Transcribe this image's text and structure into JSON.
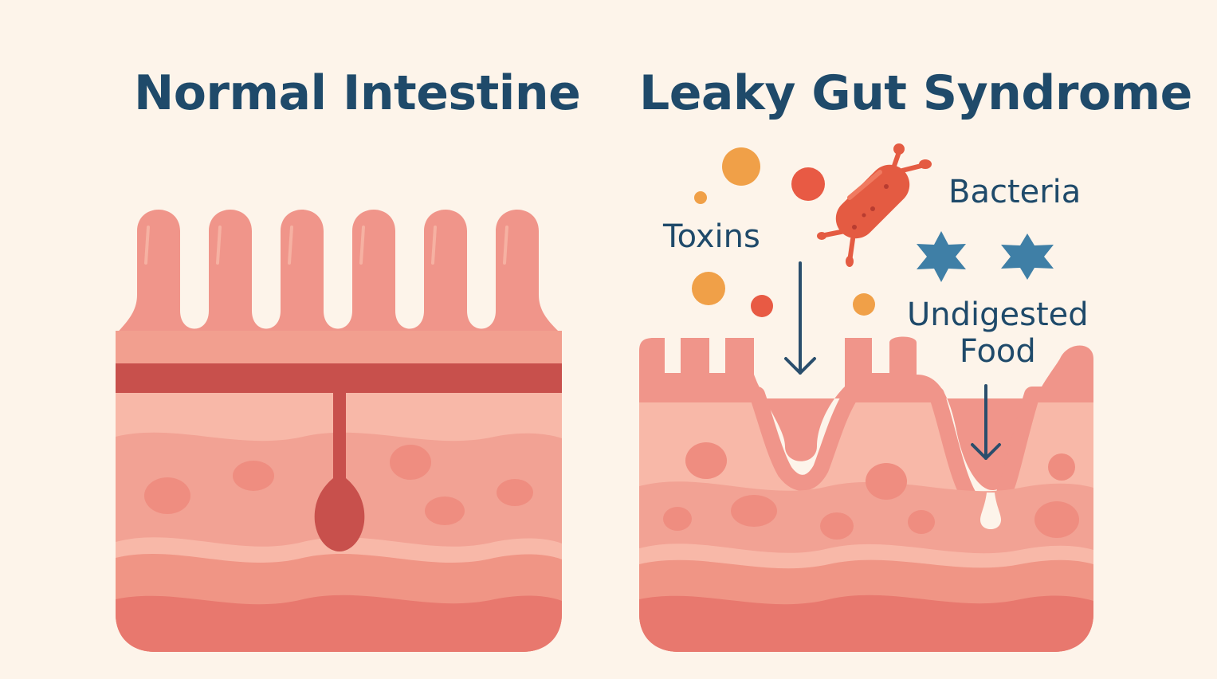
{
  "left_panel": {
    "title": "Normal Intestine"
  },
  "right_panel": {
    "title": "Leaky Gut Syndrome",
    "labels": {
      "toxins": "Toxins",
      "bacteria": "Bacteria",
      "food_line1": "Undigested",
      "food_line2": "Food"
    }
  },
  "colors": {
    "background": "#fdf4ea",
    "title_text": "#1f4a6a",
    "villi": "#f0958a",
    "tissue_light": "#f8b8a8",
    "tissue_mid": "#f29f8f",
    "tissue_dark": "#e8786e",
    "tight_junction": "#c8504c",
    "toxin_orange": "#f0a048",
    "toxin_red": "#e85a44",
    "bacteria_red": "#e45b42",
    "star_blue": "#3f7fa6",
    "arrow": "#2a4e6c"
  }
}
